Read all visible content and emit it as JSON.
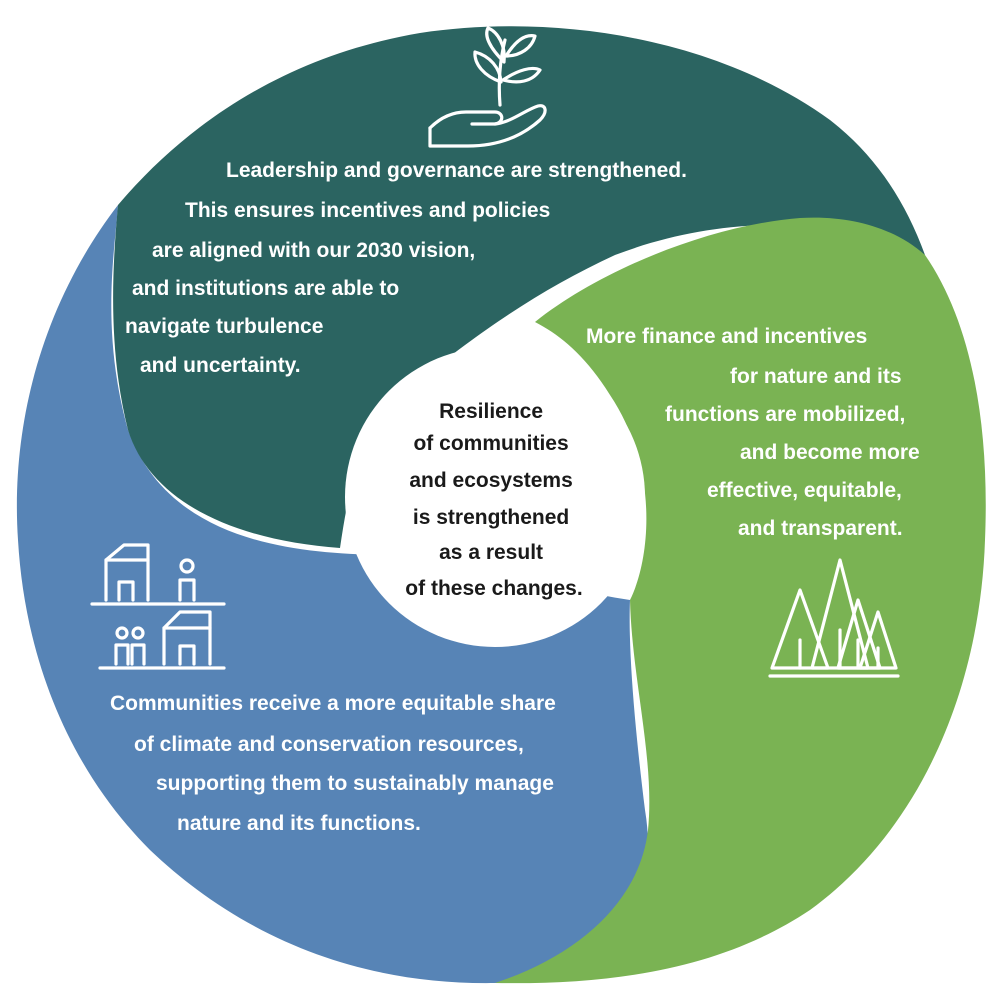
{
  "colors": {
    "teal": "#2b6461",
    "green": "#7ab353",
    "blue": "#5784b6",
    "center": "#ffffff",
    "text_light": "#ffffff",
    "text_dark": "#1a1a1a"
  },
  "segments": {
    "governance": {
      "icon": "hand-sprout-icon",
      "lines": [
        "Leadership and governance are strengthened.",
        "This ensures incentives and policies",
        "are aligned with our 2030 vision,",
        "and institutions are able to",
        "navigate turbulence",
        "and uncertainty."
      ]
    },
    "finance": {
      "icon": "forest-trees-icon",
      "lines": [
        "More finance and incentives",
        "for nature and its",
        "functions are mobilized,",
        "and become more",
        "effective, equitable,",
        "and transparent."
      ]
    },
    "communities": {
      "icon": "houses-people-icon",
      "lines": [
        "Communities receive a more equitable share",
        "of climate and conservation resources,",
        "supporting them to sustainably manage",
        "nature and its functions."
      ]
    }
  },
  "center": {
    "lines": [
      "Resilience",
      "of communities",
      "and ecosystems",
      "is strengthened",
      "as a result",
      "of these changes."
    ]
  }
}
